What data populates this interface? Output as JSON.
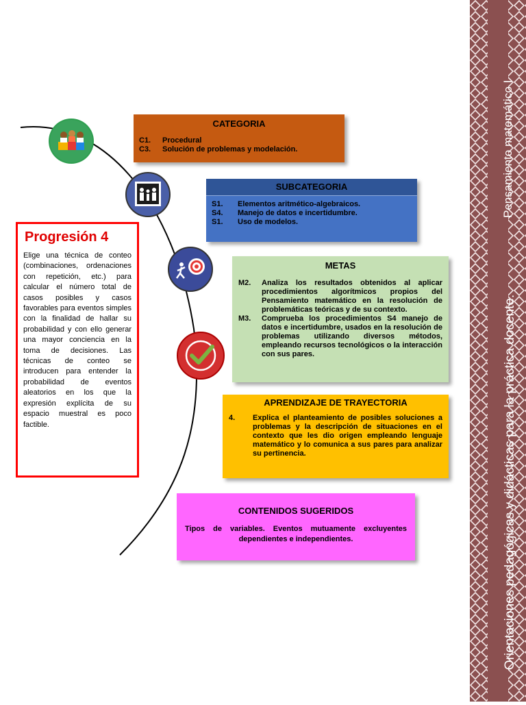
{
  "categoria": {
    "title": "CATEGORIA",
    "items": [
      {
        "code": "C1.",
        "text": "Procedural"
      },
      {
        "code": "C3.",
        "text": "Solución de problemas y modelación."
      }
    ]
  },
  "subcategoria": {
    "title": "SUBCATEGORIA",
    "items": [
      {
        "code": "S1.",
        "text": "Elementos aritmético-algebraicos."
      },
      {
        "code": "S4.",
        "text": "Manejo de datos e incertidumbre."
      },
      {
        "code": "S1.",
        "text": "Uso de modelos."
      }
    ]
  },
  "metas": {
    "title": "METAS",
    "items": [
      {
        "code": "M2.",
        "text": "Analiza los resultados obtenidos al aplicar procedimientos algorítmicos propios del Pensamiento matemático en la resolución de problemáticas teóricas y de su contexto."
      },
      {
        "code": "M3.",
        "text": "Comprueba los procedimientos S4 manejo de datos e incertidumbre, usados en la resolución de problemas utilizando diversos métodos, empleando recursos tecnológicos o la interacción con sus pares."
      }
    ]
  },
  "aprendizaje": {
    "title": "APRENDIZAJE DE TRAYECTORIA",
    "items": [
      {
        "code": "4.",
        "text": "Explica el planteamiento de posibles soluciones a problemas y la descripción de situaciones en el contexto que les dio origen empleando lenguaje matemático y lo comunica a sus pares para analizar su pertinencia."
      }
    ]
  },
  "contenidos": {
    "title": "CONTENIDOS SUGERIDOS",
    "text": "Tipos de variables. Eventos mutuamente excluyentes dependientes e independientes."
  },
  "progresion": {
    "title": "Progresión 4",
    "text": "Elige una técnica de conteo (combinaciones, ordenaciones con repetición, etc.) para calcular el número total de casos posibles y casos favorables para eventos simples con la finalidad de hallar su probabilidad y con ello generar una mayor conciencia en la toma de decisiones. Las técnicas de conteo se introducen para entender la probabilidad de eventos aleatorios en los que la expresión explícita de su espacio muestral es poco factible."
  },
  "side": {
    "title": "Pensamiento matemático I",
    "subtitle": "Orientaciones pedagógicas y didácticas para la práctica docente."
  },
  "icons": [
    "team-puzzle-icon",
    "family-icon",
    "runner-target-icon",
    "checkmark-icon"
  ],
  "colors": {
    "categoria": "#c55a11",
    "subcategoria": "#4472c4",
    "metas": "#c5e0b4",
    "aprendizaje": "#ffc000",
    "contenidos": "#ff66ff",
    "progresion_border": "#ff0000",
    "side_banner": "#8b5050"
  }
}
